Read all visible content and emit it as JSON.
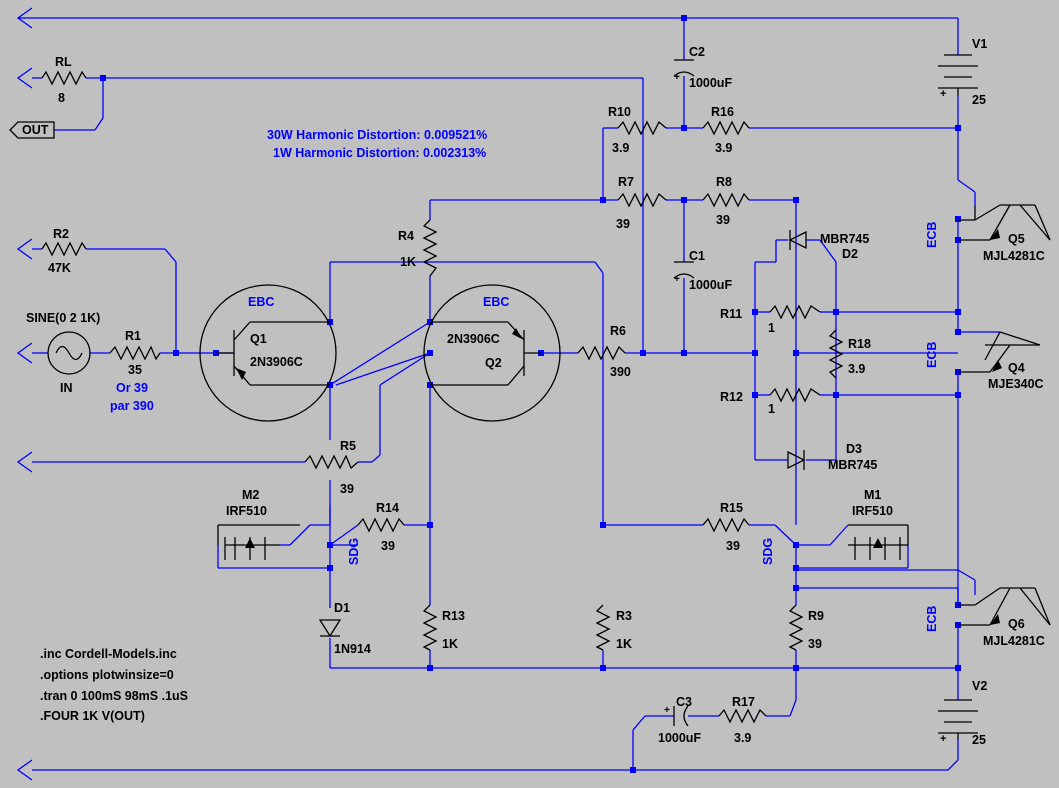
{
  "components": {
    "RL": {
      "name": "RL",
      "value": "8"
    },
    "C2": {
      "name": "C2",
      "value": "1000uF"
    },
    "V1": {
      "name": "V1",
      "value": "25"
    },
    "R10": {
      "name": "R10",
      "value": "3.9"
    },
    "R16": {
      "name": "R16",
      "value": "3.9"
    },
    "R7": {
      "name": "R7",
      "value": "39"
    },
    "R8": {
      "name": "R8",
      "value": "39"
    },
    "R2": {
      "name": "R2",
      "value": "47K"
    },
    "R4": {
      "name": "R4",
      "value": "1K"
    },
    "C1": {
      "name": "C1",
      "value": "1000uF"
    },
    "D2": {
      "name": "D2",
      "value": "MBR745"
    },
    "Q5": {
      "name": "Q5",
      "value": "MJL4281C"
    },
    "Q1": {
      "name": "Q1",
      "value": "2N3906C"
    },
    "Q2": {
      "name": "Q2",
      "value": "2N3906C"
    },
    "R1": {
      "name": "R1",
      "value": "35"
    },
    "R6": {
      "name": "R6",
      "value": "390"
    },
    "R11": {
      "name": "R11",
      "value": "1"
    },
    "R18": {
      "name": "R18",
      "value": "3.9"
    },
    "Q4": {
      "name": "Q4",
      "value": "MJE340C"
    },
    "R12": {
      "name": "R12",
      "value": "1"
    },
    "R5": {
      "name": "R5",
      "value": "39"
    },
    "D3": {
      "name": "D3",
      "value": "MBR745"
    },
    "M2": {
      "name": "M2",
      "value": "IRF510"
    },
    "M1": {
      "name": "M1",
      "value": "IRF510"
    },
    "R14": {
      "name": "R14",
      "value": "39"
    },
    "R15": {
      "name": "R15",
      "value": "39"
    },
    "D1": {
      "name": "D1",
      "value": "1N914"
    },
    "R13": {
      "name": "R13",
      "value": "1K"
    },
    "R3": {
      "name": "R3",
      "value": "1K"
    },
    "R9": {
      "name": "R9",
      "value": "39"
    },
    "Q6": {
      "name": "Q6",
      "value": "MJL4281C"
    },
    "C3": {
      "name": "C3",
      "value": "1000uF"
    },
    "R17": {
      "name": "R17",
      "value": "3.9"
    },
    "V2": {
      "name": "V2",
      "value": "25"
    }
  },
  "source": {
    "value": "SINE(0 2 1K)",
    "label": "IN"
  },
  "r1_note": [
    "Or 39",
    "par 390"
  ],
  "out_label": "OUT",
  "pin_labels": {
    "ebc": "EBC",
    "ecb": "ECB",
    "sdg": "SDG"
  },
  "distortion": [
    "30W Harmonic Distortion: 0.009521%",
    "1W Harmonic Distortion: 0.002313%"
  ],
  "directives": [
    ".inc Cordell-Models.inc",
    ".options plotwinsize=0",
    ".tran 0 100mS 98mS .1uS",
    ".FOUR 1K V(OUT)"
  ],
  "colors": {
    "background": "#c0c0c0",
    "wire": "#0000ff",
    "component": "#000000"
  }
}
